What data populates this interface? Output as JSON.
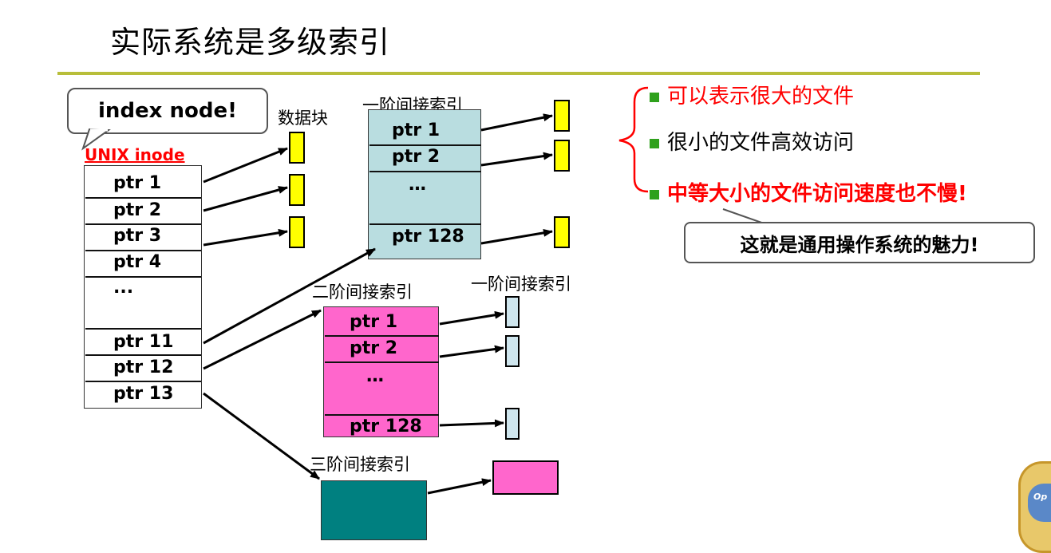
{
  "title": "实际系统是多级索引",
  "inode": {
    "callout": "index node!",
    "label": "UNIX inode",
    "ptrs": [
      "ptr 1",
      "ptr 2",
      "ptr 3",
      "ptr 4",
      "...",
      "ptr 11",
      "ptr 12",
      "ptr 13"
    ]
  },
  "data_block_label": "数据块",
  "single_indirect": {
    "label": "一阶间接索引",
    "ptrs": [
      "ptr 1",
      "ptr 2",
      "…",
      "ptr 128"
    ]
  },
  "double_indirect": {
    "label": "二阶间接索引",
    "sub_label": "一阶间接索引",
    "ptrs": [
      "ptr 1",
      "ptr 2",
      "…",
      "ptr 128"
    ]
  },
  "triple_indirect": {
    "label": "三阶间接索引"
  },
  "bullets": [
    "可以表示很大的文件",
    "很小的文件高效访问",
    "中等大小的文件访问速度也不慢!"
  ],
  "summary": "这就是通用操作系统的魅力!",
  "colors": {
    "rule": "#b8be3a",
    "red": "#ff0000",
    "bullet_square": "#2fa11c",
    "yellow_block": "#ffff00",
    "single_indirect_fill": "#b9dde0",
    "double_indirect_fill": "#ff66cc",
    "triple_indirect_fill": "#008080",
    "index_block_fill": "#cfe6ee",
    "magenta_block": "#ff66cc"
  },
  "icons": [
    "brace-icon",
    "bullet-square-icon",
    "arrow-icon",
    "os-logo-icon"
  ]
}
